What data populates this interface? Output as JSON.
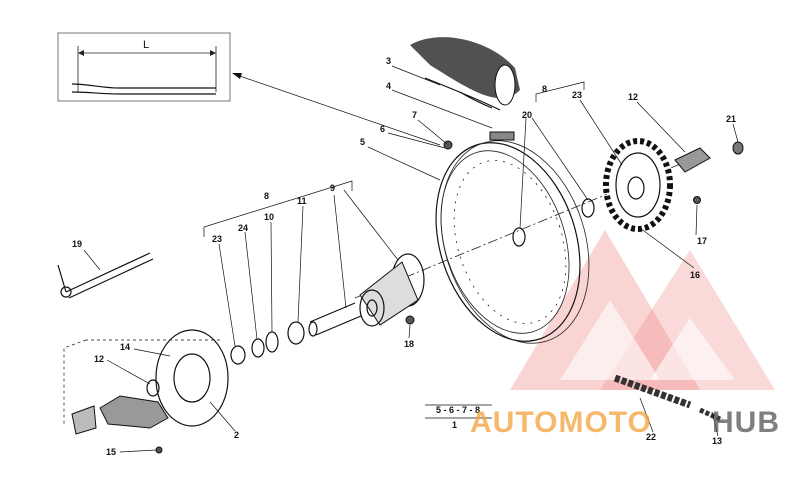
{
  "inset": {
    "dimension_label": "L"
  },
  "callouts": [
    {
      "id": "c3",
      "text": "3"
    },
    {
      "id": "c4",
      "text": "4"
    },
    {
      "id": "c7",
      "text": "7"
    },
    {
      "id": "c6",
      "text": "6"
    },
    {
      "id": "c5",
      "text": "5"
    },
    {
      "id": "c8a",
      "text": "8"
    },
    {
      "id": "c23a",
      "text": "23"
    },
    {
      "id": "c20",
      "text": "20"
    },
    {
      "id": "c12a",
      "text": "12"
    },
    {
      "id": "c21",
      "text": "21"
    },
    {
      "id": "c8b",
      "text": "8"
    },
    {
      "id": "c9",
      "text": "9"
    },
    {
      "id": "c23b",
      "text": "23"
    },
    {
      "id": "c24",
      "text": "24"
    },
    {
      "id": "c10",
      "text": "10"
    },
    {
      "id": "c11",
      "text": "11"
    },
    {
      "id": "c19",
      "text": "19"
    },
    {
      "id": "c17",
      "text": "17"
    },
    {
      "id": "c16",
      "text": "16"
    },
    {
      "id": "c18",
      "text": "18"
    },
    {
      "id": "c14",
      "text": "14"
    },
    {
      "id": "c12b",
      "text": "12"
    },
    {
      "id": "c2",
      "text": "2"
    },
    {
      "id": "c15",
      "text": "15"
    },
    {
      "id": "c22",
      "text": "22"
    },
    {
      "id": "c13",
      "text": "13"
    }
  ],
  "kit_label": {
    "top": "5 - 6 - 7 - 8",
    "bottom": "1"
  },
  "watermark": {
    "text_a": "AUTOMOTO",
    "text_b": "HUB",
    "color_a": "#f4a23a",
    "color_b": "#555555",
    "logo_color": "#e0201c"
  }
}
